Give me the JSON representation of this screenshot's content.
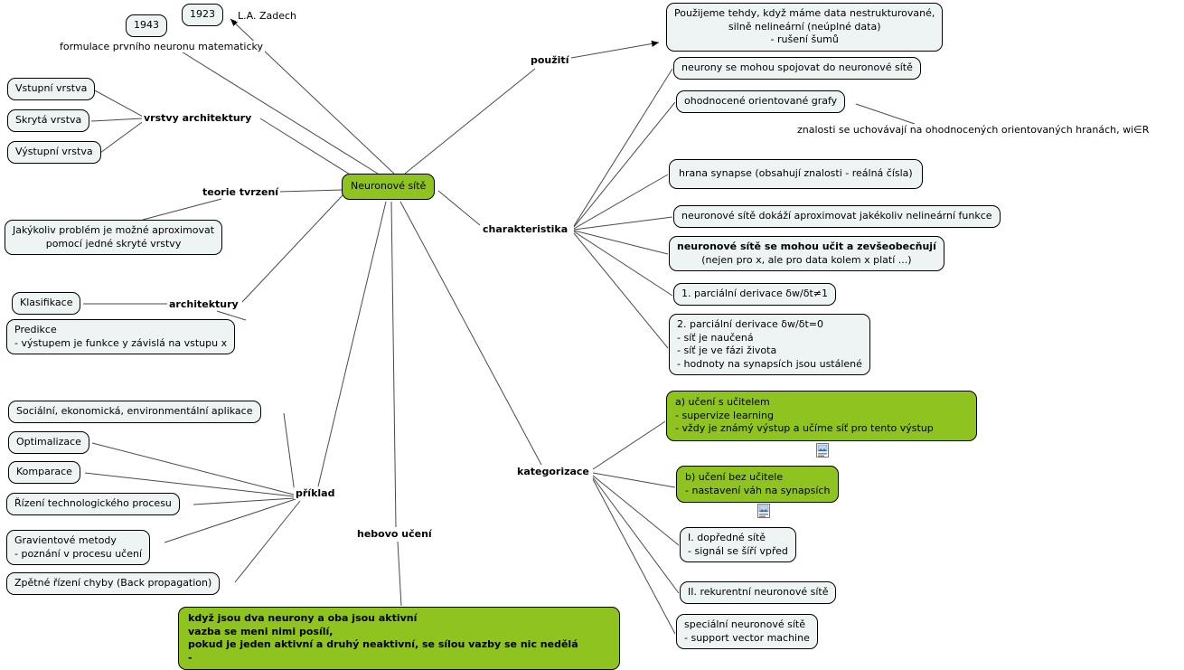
{
  "app": {
    "type": "concept-map",
    "title": "Neuronové sítě"
  },
  "colors": {
    "green": "#8fc31f",
    "node_bg": "#eef3f4",
    "line": "#4a4a4a",
    "border": "#000000"
  },
  "central": {
    "label": "Neuronové sítě"
  },
  "history": {
    "year_1943": "1943",
    "year_1923": "1923",
    "la_zadech": "L.A. Zadech",
    "formulace": "formulace prvního neuronu matematicky"
  },
  "linking": {
    "vrstvy": "vrstvy architektury",
    "teorie": "teorie tvrzení",
    "architektury": "architektury",
    "priklad": "příklad",
    "hebovo": "hebovo učení",
    "pouziti": "použití",
    "charakteristika": "charakteristika",
    "kategorizace": "kategorizace"
  },
  "vrstvy_items": {
    "vstupni": "Vstupní vrstva",
    "skryta": "Skrytá vrstva",
    "vystupni": "Výstupní vrstva"
  },
  "teorie_box": {
    "lines": [
      "Jakýkoliv problém je možné aproximovat",
      "pomocí jedné skryté vrstvy"
    ]
  },
  "architektury_items": {
    "klasifikace": "Klasifikace",
    "predikce": {
      "lines": [
        "Predikce",
        "- výstupem je funkce y závislá na vstupu x"
      ]
    }
  },
  "priklad_items": {
    "socialni": "Sociální, ekonomická, environmentální aplikace",
    "optimalizace": "Optimalizace",
    "komparace": "Komparace",
    "rizeni": "Řízení technologického procesu",
    "gravientove": {
      "lines": [
        "Gravientové metody",
        "- poznání v procesu učení"
      ]
    },
    "zpetne": "Zpětné řízení chyby (Back propagation)"
  },
  "hebb_box": {
    "lines": [
      "když jsou dva neurony a oba jsou aktivní",
      "vazba se meni nimi posílí,",
      "pokud je jeden aktivní a druhý neaktivní, se sílou vazby se nic nedělá",
      "-"
    ]
  },
  "pouziti_box": {
    "lines": [
      "Použijeme tehdy, když máme data nestrukturované,",
      "silně nelineární (neúplné data)",
      "- rušení šumů"
    ]
  },
  "charakteristika_items": {
    "spojovani": "neurony se mohou spojovat do neuronové sítě",
    "grafy": "ohodnocené orientované grafy",
    "znalosti_note": "znalosti se uchovávají na ohodnocených orientovaných hranách, wi∈R",
    "hrana": "hrana synapse (obsahují znalosti - reálná čísla)",
    "aproximace": "neuronové sítě dokáží aproximovat jakékoliv nelineární funkce",
    "uceni": {
      "lines": [
        "neuronové sítě se mohou učit a zevšeobecňují",
        "(nejen pro x, ale pro data kolem x platí ...)"
      ]
    },
    "parcialni1": "1. parciální derivace δw/δt≠1",
    "parcialni2": {
      "lines": [
        "2. parciální derivace δw/δt=0",
        "- síť je naučená",
        "- síť je ve fázi života",
        "- hodnoty na synapsích jsou ustálené"
      ]
    }
  },
  "kategorizace_items": {
    "uceni_a": {
      "lines": [
        "a) učení s učitelem",
        "- supervize learning",
        "- vždy je známý výstup a učíme síť pro tento výstup"
      ]
    },
    "uceni_b": {
      "lines": [
        "b) učení bez učitele",
        "- nastavení váh na synapsích"
      ]
    },
    "dopredne": {
      "lines": [
        "I. dopředné sítě",
        "- signál se šíří vpřed"
      ]
    },
    "rekurentni": "II. rekurentní neuronové sítě",
    "specialni": {
      "lines": [
        "speciální neuronové sítě",
        "- support vector machine"
      ]
    }
  }
}
